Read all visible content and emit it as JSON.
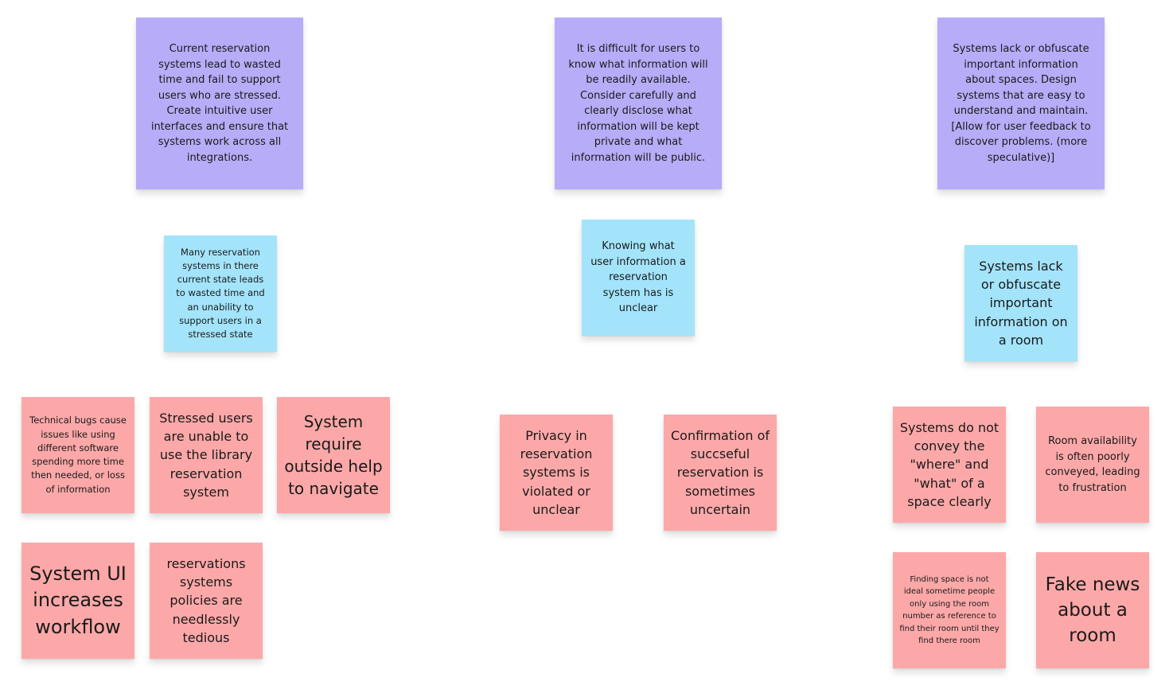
{
  "colors": {
    "purple": "#b7acf7",
    "cyan": "#a3e4fb",
    "pink": "#fca8a8"
  },
  "clusters": [
    {
      "insight": "Current reservation systems lead to wasted time and fail to support users who are stressed. Create intuitive user interfaces and ensure that systems work across all integrations.",
      "theme": "Many reservation systems in there current state leads to wasted time and an unability to support users in a stressed state",
      "notes": [
        "Technical bugs cause issues like using different software spending more time then needed, or loss of information",
        "Stressed users are unable to use the library reservation system",
        "System require outside help to navigate",
        "System UI increases workflow",
        "reservations systems policies are needlessly tedious"
      ]
    },
    {
      "insight": "It is difficult for users to know what information will be readily available. Consider carefully and clearly disclose what information will be kept private and what information will be public.",
      "theme": "Knowing what user information a reservation system has is unclear",
      "notes": [
        "Privacy in reservation systems is violated or unclear",
        "Confirmation of succseful reservation is sometimes uncertain"
      ]
    },
    {
      "insight": "Systems lack or obfuscate important information about spaces. Design systems that are easy to understand and maintain. [Allow for user feedback to discover problems. (more speculative)]",
      "theme": "Systems lack or obfuscate important information on a room",
      "notes": [
        "Systems do not convey the \"where\" and \"what\" of a space clearly",
        "Room availability is often poorly conveyed, leading to frustration",
        "Finding space is not ideal sometime people only using the room number as reference to find their room until they find there room",
        "Fake news about a room"
      ]
    }
  ]
}
